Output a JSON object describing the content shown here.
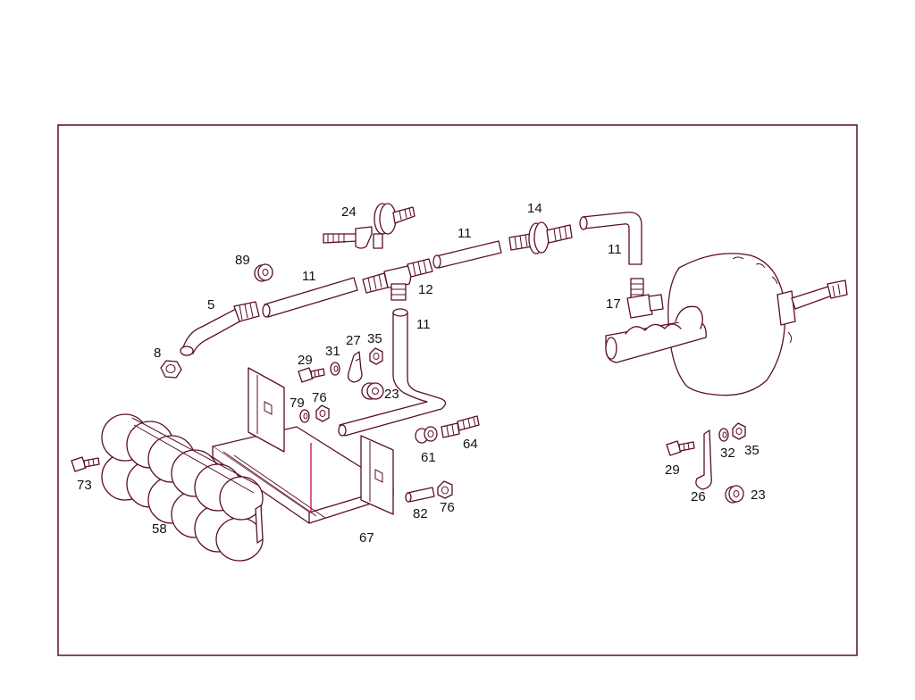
{
  "colors": {
    "line": "#5a0f24",
    "frame": "#5a0f24",
    "background": "#ffffff",
    "text": "#111111"
  },
  "labels": {
    "p5": "5",
    "p8": "8",
    "p89": "89",
    "p11a": "11",
    "p11b": "11",
    "p11c": "11",
    "p11d": "11",
    "p12": "12",
    "p14": "14",
    "p17": "17",
    "p24": "24",
    "p29a": "29",
    "p31": "31",
    "p27": "27",
    "p35a": "35",
    "p23a": "23",
    "p79": "79",
    "p76a": "76",
    "p61": "61",
    "p64": "64",
    "p82": "82",
    "p76b": "76",
    "p67": "67",
    "p58": "58",
    "p73": "73",
    "p29b": "29",
    "p26": "26",
    "p32": "32",
    "p35b": "35",
    "p23b": "23"
  }
}
